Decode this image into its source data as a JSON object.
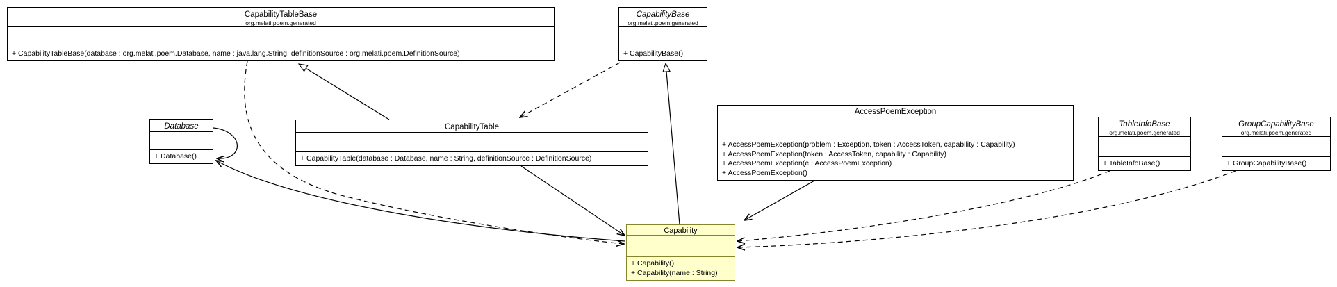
{
  "diagram": {
    "classes": [
      {
        "name": "CapabilityTableBase",
        "package": "org.melati.poem.generated",
        "abstract": false,
        "highlighted": false,
        "methods": [
          "+ CapabilityTableBase(database : org.melati.poem.Database, name : java.lang.String, definitionSource : org.melati.poem.DefinitionSource)"
        ]
      },
      {
        "name": "CapabilityBase",
        "package": "org.melati.poem.generated",
        "abstract": true,
        "highlighted": false,
        "methods": [
          "+ CapabilityBase()"
        ]
      },
      {
        "name": "Database",
        "package": "",
        "abstract": true,
        "highlighted": false,
        "methods": [
          "+ Database()"
        ]
      },
      {
        "name": "CapabilityTable",
        "package": "",
        "abstract": false,
        "highlighted": false,
        "methods": [
          "+ CapabilityTable(database : Database, name : String, definitionSource : DefinitionSource)"
        ]
      },
      {
        "name": "AccessPoemException",
        "package": "",
        "abstract": false,
        "highlighted": false,
        "methods": [
          "+ AccessPoemException(problem : Exception, token : AccessToken, capability : Capability)",
          "+ AccessPoemException(token : AccessToken, capability : Capability)",
          "+ AccessPoemException(e : AccessPoemException)",
          "+ AccessPoemException()"
        ]
      },
      {
        "name": "TableInfoBase",
        "package": "org.melati.poem.generated",
        "abstract": true,
        "highlighted": false,
        "methods": [
          "+ TableInfoBase()"
        ]
      },
      {
        "name": "GroupCapabilityBase",
        "package": "org.melati.poem.generated",
        "abstract": true,
        "highlighted": false,
        "methods": [
          "+ GroupCapabilityBase()"
        ]
      },
      {
        "name": "Capability",
        "package": "",
        "abstract": false,
        "highlighted": true,
        "methods": [
          "+ Capability()",
          "+ Capability(name : String)"
        ]
      }
    ],
    "relationships": [
      {
        "from": "CapabilityTable",
        "to": "CapabilityTableBase",
        "type": "generalization"
      },
      {
        "from": "Capability",
        "to": "CapabilityBase",
        "type": "generalization"
      },
      {
        "from": "CapabilityBase",
        "to": "CapabilityTable",
        "type": "dependency"
      },
      {
        "from": "CapabilityTableBase",
        "to": "Capability",
        "type": "dependency"
      },
      {
        "from": "TableInfoBase",
        "to": "Capability",
        "type": "dependency"
      },
      {
        "from": "GroupCapabilityBase",
        "to": "Capability",
        "type": "dependency"
      },
      {
        "from": "AccessPoemException",
        "to": "Capability",
        "type": "association"
      },
      {
        "from": "CapabilityTable",
        "to": "Capability",
        "type": "association"
      },
      {
        "from": "Capability",
        "to": "Database",
        "type": "association"
      },
      {
        "from": "Database",
        "to": "Database",
        "type": "self-association"
      }
    ],
    "colors": {
      "highlight_fill": "#FFFFCC",
      "highlight_border": "#85852B",
      "box_fill": "#FFFFFF",
      "line": "#000000"
    }
  }
}
